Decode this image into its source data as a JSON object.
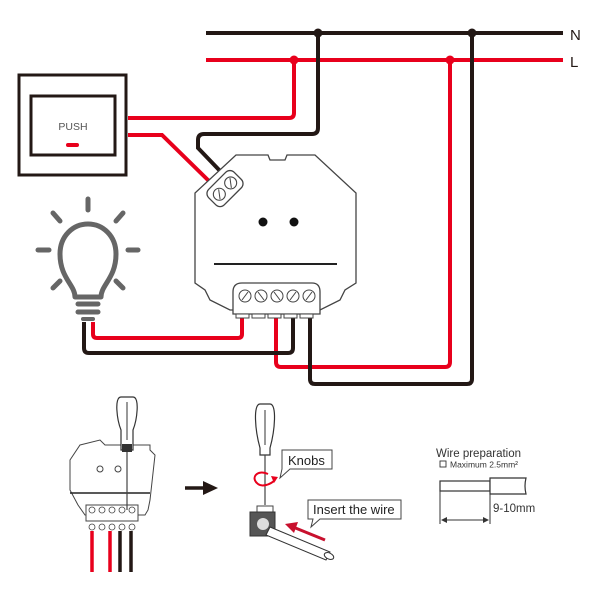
{
  "diagram": {
    "title": "Push-switch dimmer module wiring diagram",
    "bus_labels": {
      "neutral": "N",
      "live": "L"
    },
    "switch": {
      "label": "PUSH"
    },
    "callouts": {
      "knobs": "Knobs",
      "insert_wire": "Insert the wire"
    },
    "wire_prep": {
      "title": "Wire preparation",
      "max_label": "Maximum 2.5mm²",
      "strip_length": "9-10mm"
    },
    "colors": {
      "live_wire": "#e8001c",
      "neutral_wire": "#231815",
      "icon_gray": "#666666",
      "outline": "#333333"
    }
  }
}
